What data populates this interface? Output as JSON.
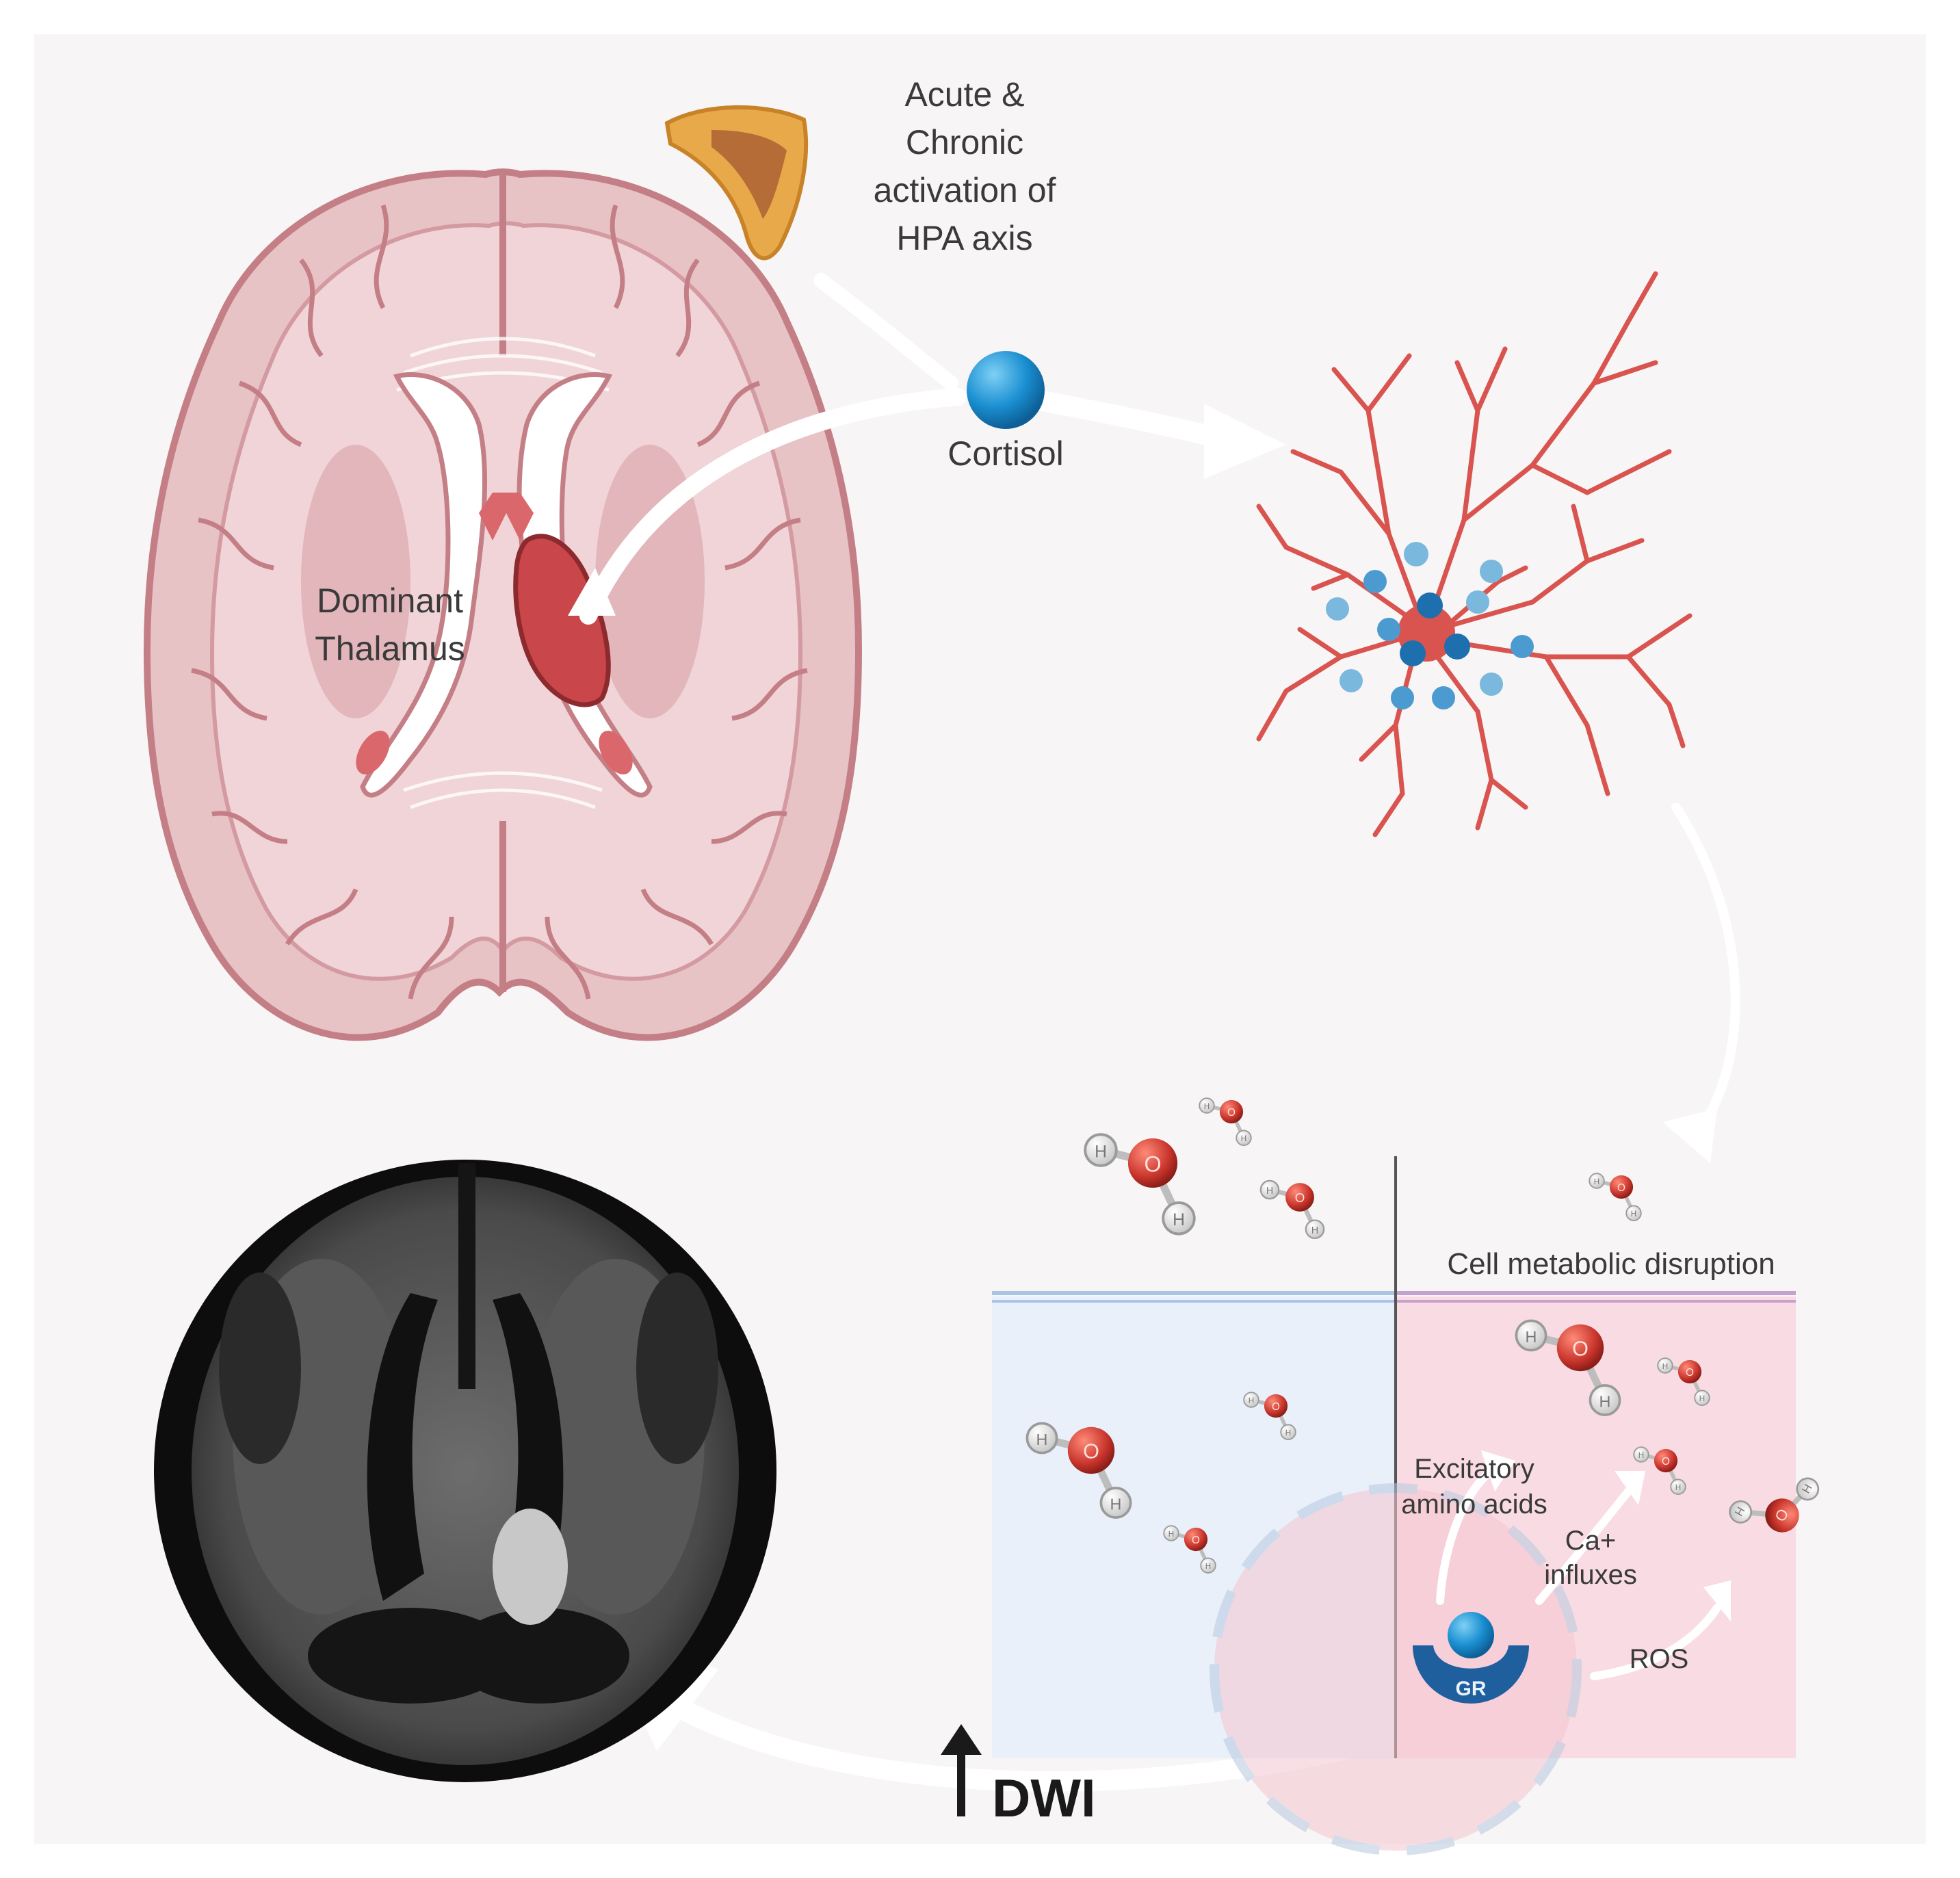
{
  "labels": {
    "hpa_line1": "Acute &",
    "hpa_line2": "Chronic",
    "hpa_line3": "activation of",
    "hpa_line4": "HPA axis",
    "cortisol": "Cortisol",
    "thalamus_line1": "Dominant",
    "thalamus_line2": "Thalamus",
    "metabolic": "Cell metabolic disruption",
    "excitatory_line1": "Excitatory",
    "excitatory_line2": "amino acids",
    "ca_line1": "Ca+",
    "ca_line2": "influxes",
    "ros": "ROS",
    "gr": "GR",
    "dwi": "DWI",
    "atom_o": "O",
    "atom_h": "H"
  },
  "colors": {
    "background": "#f7f5f5",
    "brain_fill": "#e8c3c6",
    "brain_stroke": "#c47f86",
    "thalamus": "#c9464b",
    "cortisol": "#1a8fd1",
    "astrocyte": "#d9534f",
    "oxygen": "#c8342b",
    "extracellular": "#e9f0fa",
    "intracellular": "#f9dce3",
    "gr_receptor": "#1f5f9e"
  }
}
